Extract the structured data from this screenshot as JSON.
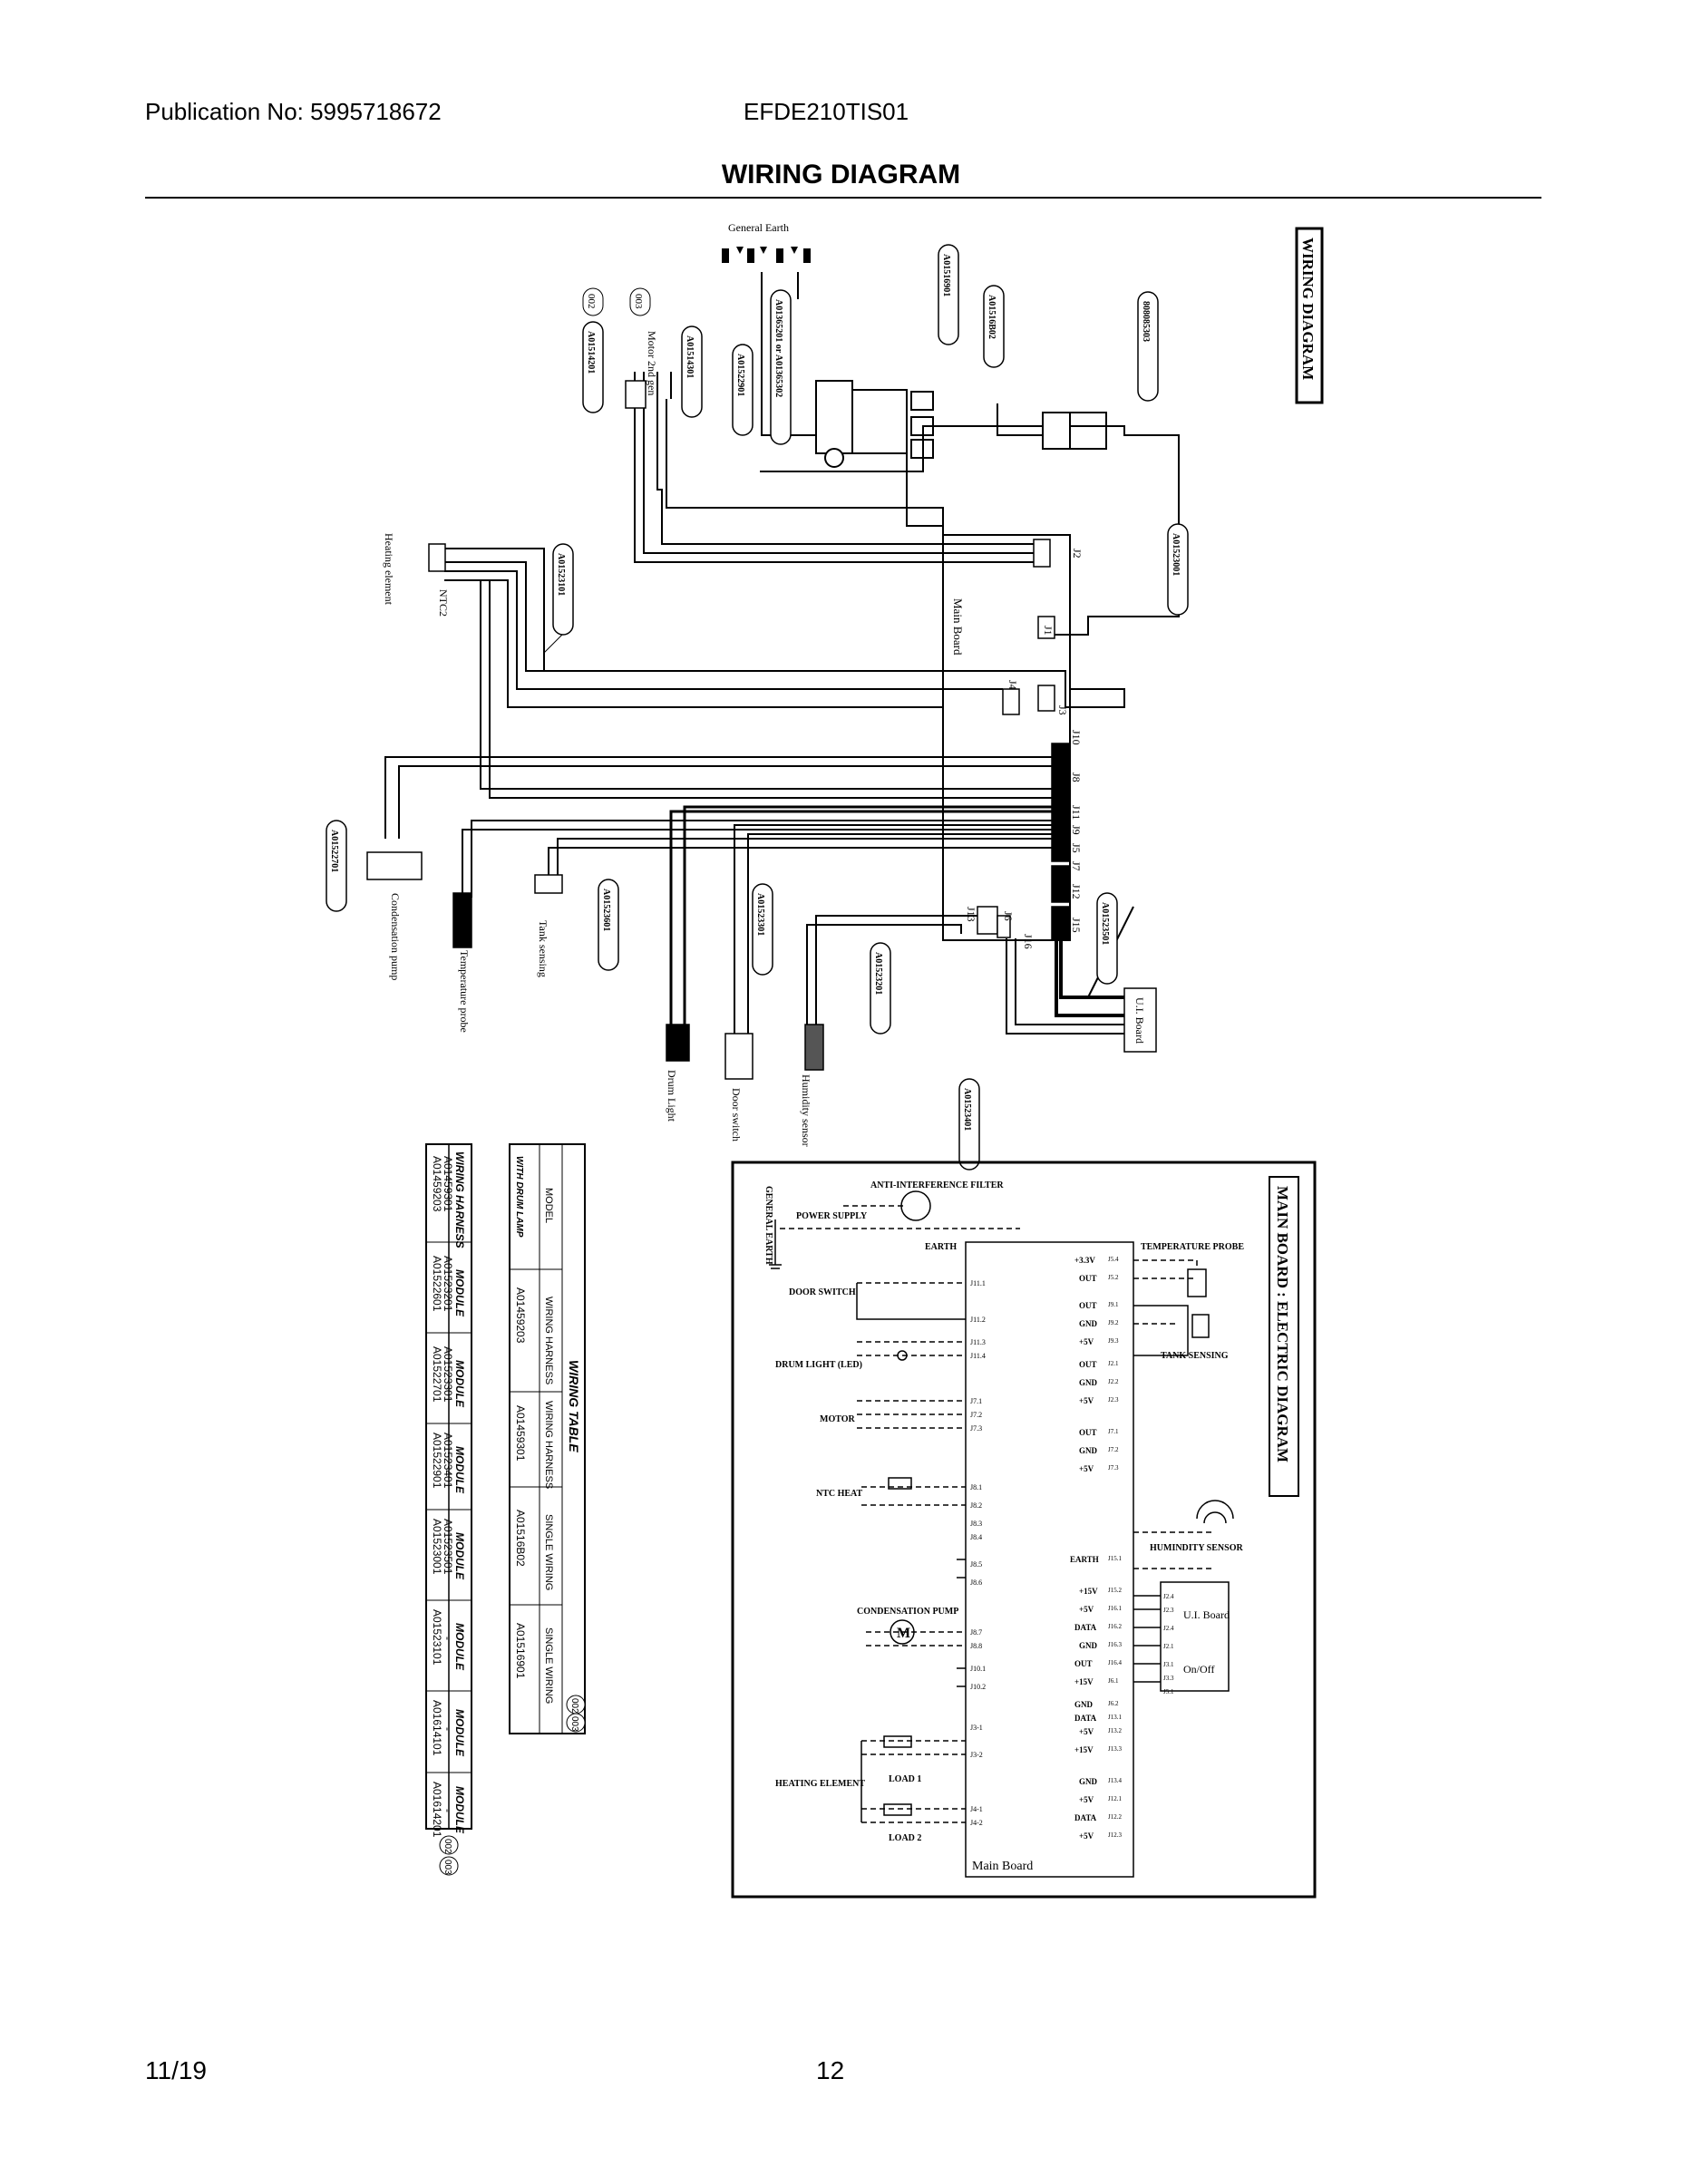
{
  "header": {
    "publication": "Publication No: 5995718672",
    "model": "EFDE210TIS01",
    "title": "WIRING DIAGRAM"
  },
  "footer": {
    "date": "11/19",
    "page": "12"
  },
  "wiring_diagram": {
    "side_title": "WIRING DIAGRAM",
    "general_earth": "General Earth",
    "main_board": "Main Board",
    "codes": {
      "a1": "A01523101",
      "a2": "A01522901",
      "a3": "A01523001",
      "a4": "A01522701",
      "a5": "A01523401",
      "a6": "A01523301",
      "a7": "A01523201",
      "a8": "A01523501",
      "a9": "A01523601",
      "a10": "A01514201",
      "a11": "A01514301",
      "a12": "A01516B02",
      "a13": "A01516901",
      "a14": "808085303",
      "a15": "A01365201 or A01365302"
    },
    "tags": {
      "t002": "002",
      "t003": "003"
    },
    "components": {
      "heating_element": "Heating element",
      "ntc2": "NTC2",
      "condensation_pump": "Condensation pump",
      "temperature_probe": "Temperature probe",
      "tank_sensing": "Tank sensing",
      "drum_light": "Drum Light",
      "door_switch": "Door switch",
      "humidity_sensor": "Humidity sensor",
      "ui_board": "U.I. Board",
      "motor": "Motor 2nd gen"
    },
    "connectors": {
      "j2": "J2",
      "j1": "J1",
      "j4": "J4",
      "j3": "J3",
      "j10": "J10",
      "j8": "J8",
      "j11": "J11",
      "j9": "J9",
      "j5": "J5",
      "j7": "J7",
      "j12": "J12",
      "j15": "J15",
      "j16": "J16",
      "j13": "J13",
      "j6": "J6"
    }
  },
  "wiring_table": {
    "title": "WIRING TABLE",
    "model_label": "MODEL",
    "with_drum_lamp": "WITH DRUM LAMP",
    "col_wiring_harness": "WIRING HARNESS",
    "col_single_wiring": "SINGLE WIRING",
    "row1": [
      "A01459203",
      "A01459301",
      "A01516B02",
      "A01516901"
    ],
    "tag1": "002",
    "tag2": "003"
  },
  "module_table": {
    "headers": [
      "WIRING HARNESS",
      "MODULE",
      "MODULE",
      "MODULE",
      "MODULE",
      "MODULE",
      "MODULE",
      "MODULE"
    ],
    "row1": [
      "A01459203",
      "A01522601",
      "A01522701",
      "A01522901",
      "A01523001",
      "A01523101",
      "A01614101",
      "A01614201"
    ],
    "row2": [
      "A01459301",
      "A01523201",
      "A01523301",
      "A01523401",
      "A01523501",
      "-",
      "-",
      "-"
    ],
    "tag1": "002",
    "tag2": "003"
  },
  "electric_diagram": {
    "side_title": "MAIN BOARD : ELECTRIC DIAGRAM",
    "anti_interference": "ANTI-INTERFERENCE FILTER",
    "power_supply": "POWER SUPPLY",
    "general_earth": "GENERAL EARTH",
    "earth": "EARTH",
    "door_switch": "DOOR SWITCH",
    "drum_light": "DRUM LIGHT (LED)",
    "motor": "MOTOR",
    "ntc_heat": "NTC HEAT",
    "condensation_pump": "CONDENSATION PUMP",
    "heating_element": "HEATING ELEMENT",
    "load1": "LOAD 1",
    "load2": "LOAD 2",
    "main_board": "Main Board",
    "temperature_probe": "TEMPERATURE PROBE",
    "tank_sensing": "TANK SENSING",
    "humidity_sensor": "HUMINDITY SENSOR",
    "ui_board": "U.I. Board",
    "on_off": "On/Off",
    "left_pins": [
      "J11.1",
      "J11.2",
      "J11.3",
      "J11.4",
      "J7.1",
      "J7.2",
      "J7.3",
      "J8.1",
      "J8.2",
      "J8.3",
      "J8.4",
      "J8.5",
      "J8.6",
      "J8.7",
      "J8.8",
      "J10.1",
      "J10.2",
      "J3-1",
      "J3-2",
      "J4-1",
      "J4-2"
    ],
    "right_labels": [
      "+3.3V",
      "OUT",
      "OUT",
      "GND",
      "+5V",
      "OUT",
      "GND",
      "+5V",
      "OUT",
      "GND",
      "+5V",
      "EARTH",
      "+15V",
      "+5V",
      "DATA",
      "GND",
      "OUT",
      "+15V",
      "GND",
      "DATA",
      "+5V",
      "+15V",
      "GND",
      "+5V",
      "DATA",
      "+5V"
    ],
    "right_pins": [
      "J5.4",
      "J5.2",
      "J9.1",
      "J9.2",
      "J9.3",
      "J2.1",
      "J2.2",
      "J2.3",
      "J7.1",
      "J7.2",
      "J7.3",
      "J15.1",
      "J15.2",
      "J16.1",
      "J16.2",
      "J16.3",
      "J16.4",
      "J6.1",
      "J6.2",
      "J13.1",
      "J13.2",
      "J13.3",
      "J13.4",
      "J12.1",
      "J12.2",
      "J12.3"
    ],
    "ui_pins": [
      "J2.4",
      "J2.3",
      "J2.4",
      "J2.1",
      "J3.1",
      "J3.3",
      "J5.1"
    ]
  }
}
